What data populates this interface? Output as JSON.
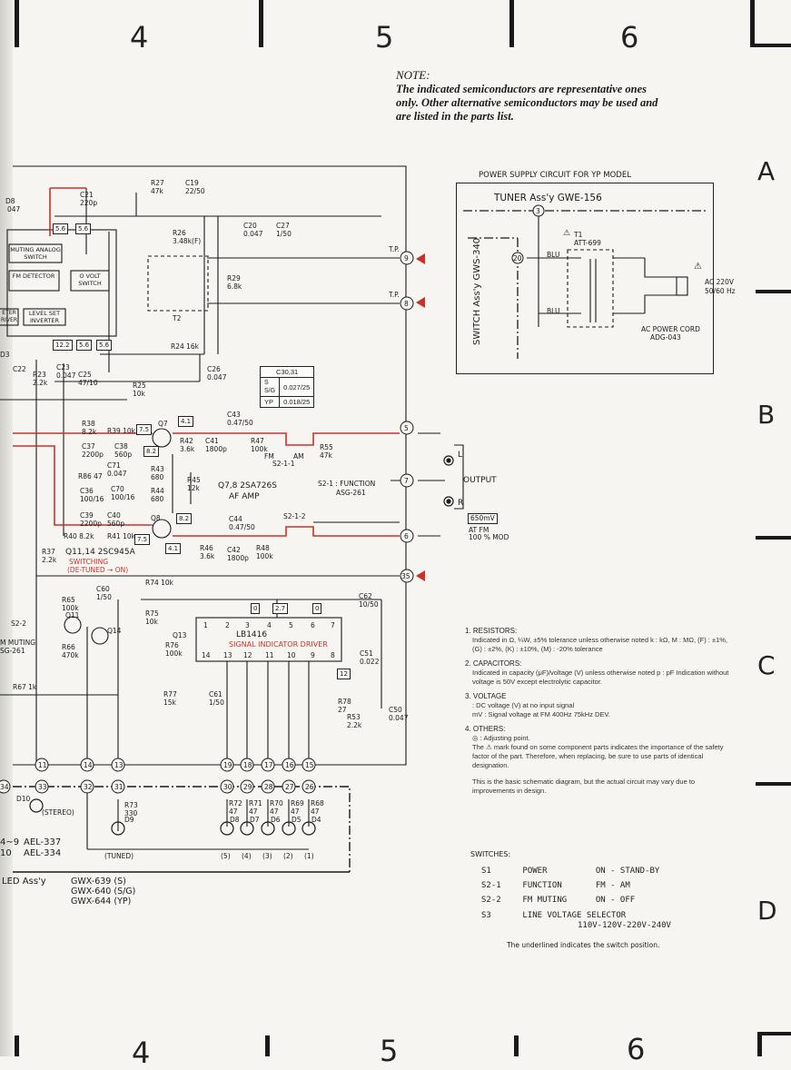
{
  "grid": {
    "columns_top": [
      "4",
      "5",
      "6"
    ],
    "columns_bottom": [
      "4",
      "5",
      "6"
    ],
    "rows": [
      "A",
      "B",
      "C",
      "D"
    ]
  },
  "note": {
    "title": "NOTE:",
    "lines": [
      "The indicated semiconductors are representative ones",
      "only. Other alternative semiconductors may be used and",
      "are listed in the parts list."
    ]
  },
  "power_supply": {
    "title": "POWER SUPPLY CIRCUIT FOR YP MODEL",
    "tuner": "TUNER Ass'y   GWE-156",
    "switch_assy": "SWITCH Ass'y GWS-340",
    "transformer_ref": "T1",
    "transformer": "ATT-699",
    "wire1": "BLU",
    "wire2": "BLU",
    "node1": "3",
    "node2": "20",
    "ac": "AC 220V",
    "hz": "50/60 Hz",
    "cord": "AC POWER CORD",
    "cord_part": "ADG-043"
  },
  "capacitor_table": {
    "header": "C30,31",
    "rows": [
      [
        "S\nS/G",
        "0.027/25"
      ],
      [
        "YP",
        "0.018/25"
      ]
    ]
  },
  "schematic": {
    "ic_labels": [
      "MUTING ANALOG SWITCH",
      "FM DETECTOR",
      "O VOLT SWITCH",
      "LEVEL SET INVERTER",
      "ETER RIVER"
    ],
    "components": [
      "R27 47k",
      "C19 22/50",
      "C21 220p",
      "C20 0.047",
      "C27 1/50",
      "R26 3.48k(F)",
      "R29 6.8k",
      "T2",
      "R24 16k",
      "C26 0.047",
      "C22",
      "R23 2.2k",
      "C23 0.047",
      "C25 47/10",
      "R25 10k",
      "R38 8.2k",
      "R39 10k",
      "C37 2200p",
      "C38 560p",
      "C43 0.47/50",
      "R42 3.6k",
      "C41 1800p",
      "R47 100k",
      "R55 47k",
      "R86 47",
      "C71 0.047",
      "R43 680",
      "R45 12k",
      "R44 680",
      "C36 100/16",
      "C70 100/16",
      "C39 2200p",
      "C40 560p",
      "R40 8.2k",
      "R41 10k",
      "C44 0.47/50",
      "R46 3.6k",
      "C42 1800p",
      "R48 100k",
      "R37 2.2k",
      "R74 10k",
      "C60 1/50",
      "C62 10/50",
      "R65 100k",
      "R66 470k",
      "R75 10k",
      "R76 100k",
      "C51 0.022",
      "R77 15k",
      "C61 1/50",
      "R78 27",
      "R53 2.2k",
      "C50 0.047",
      "R67 1k",
      "R73 330",
      "R72 47",
      "R71 47",
      "R70 47",
      "R69 47",
      "R68 47"
    ],
    "transistor_notes": [
      "Q7,8  2SA726S",
      "AF AMP",
      "Q11,14  2SC945A",
      "SWITCHING",
      "(DE-TUNED → ON)"
    ],
    "ic": {
      "ref": "Q13",
      "part": "LB1416",
      "desc": "SIGNAL INDICATOR DRIVER",
      "pins_top": [
        "1",
        "2",
        "3",
        "4",
        "5",
        "6",
        "7"
      ],
      "pins_bottom": [
        "14",
        "13",
        "12",
        "11",
        "10",
        "9",
        "8"
      ]
    },
    "transistors": [
      "Q7",
      "Q8",
      "Q11",
      "Q14"
    ],
    "switches": [
      "S2-1-1",
      "S2-1-2",
      "FM",
      "AM"
    ],
    "function_switch": "S2-1 : FUNCTION",
    "function_part": "ASG-261",
    "voltages": [
      "4.1",
      "7.5",
      "8.2",
      "8.2",
      "7.5",
      "4.1",
      "5.6",
      "5.6",
      "5.6",
      "5.6",
      "12.2",
      "0",
      "2.7",
      "0",
      "12"
    ],
    "tp": [
      "T.P.",
      "T.P."
    ],
    "output": "OUTPUT",
    "output_l": "L",
    "output_r": "R",
    "output_level": "650mV",
    "output_cond": [
      "AT FM",
      "100 % MOD"
    ],
    "nodes_right": [
      "9",
      "8",
      "5",
      "7",
      "6",
      "35"
    ],
    "nodes_bottom": [
      "11",
      "14",
      "13",
      "19",
      "18",
      "17",
      "16",
      "15"
    ],
    "nodes_lower": [
      "33",
      "32",
      "31",
      "30",
      "29",
      "28",
      "27",
      "26",
      "34"
    ],
    "leds": [
      "D10",
      "D9",
      "D8",
      "D7",
      "D6",
      "D5",
      "D4"
    ],
    "led_labels": [
      "(STEREO)",
      "(TUNED)",
      "(5)",
      "(4)",
      "(3)",
      "(2)",
      "(1)"
    ],
    "left_fragments": [
      "S2-2",
      "M MUTING",
      "SG-261",
      "D3",
      "D8",
      "047"
    ],
    "led_part1": "AEL-337",
    "led_part2": "AEL-334",
    "led_range": "4~9",
    "led_d10": "10",
    "led_assy": "LED Ass'y",
    "gwx": [
      "GWX-639 (S)",
      "GWX-640 (S/G)",
      "GWX-644 (YP)"
    ]
  },
  "legend": {
    "resistors_title": "1. RESISTORS:",
    "resistors_text": "Indicated in Ω, ¼W, ±5% tolerance unless otherwise noted k : kΩ, M : MΩ, (F) : ±1%, (G) : ±2%, (K) : ±10%, (M) : -20% tolerance",
    "capacitors_title": "2. CAPACITORS:",
    "capacitors_text": "Indicated in capacity (μF)/voltage (V) unless otherwise noted p : pF Indication without voltage is 50V except electrolytic capacitor.",
    "voltage_title": "3. VOLTAGE",
    "voltage_dc": ": DC voltage (V) at no input signal",
    "voltage_mv": "mV : Signal voltage at FM 400Hz 75kHz DEV.",
    "others_title": "4. OTHERS:",
    "others_adjust": "◎ : Adjusting point.",
    "others_safety": "The ⚠ mark found on some component parts indicates the importance of the safety factor of the part. Therefore, when replacing, be sure to use parts of identical designation.",
    "basic": "This is the basic schematic diagram, but the actual circuit may vary due to improvements in design."
  },
  "switches": {
    "title": "SWITCHES:",
    "rows": [
      {
        "id": "S1",
        "name": "POWER",
        "value": "ON - STAND-BY"
      },
      {
        "id": "S2-1",
        "name": "FUNCTION",
        "value": "FM - AM"
      },
      {
        "id": "S2-2",
        "name": "FM MUTING",
        "value": "ON - OFF"
      },
      {
        "id": "S3",
        "name": "LINE VOLTAGE SELECTOR",
        "value": "110V-120V-220V-240V"
      }
    ],
    "footnote": "The underlined indicates the switch position."
  },
  "colors": {
    "red_trace": "#c8322a",
    "ink": "#1a1a1a",
    "paper": "#f6f5f1"
  }
}
